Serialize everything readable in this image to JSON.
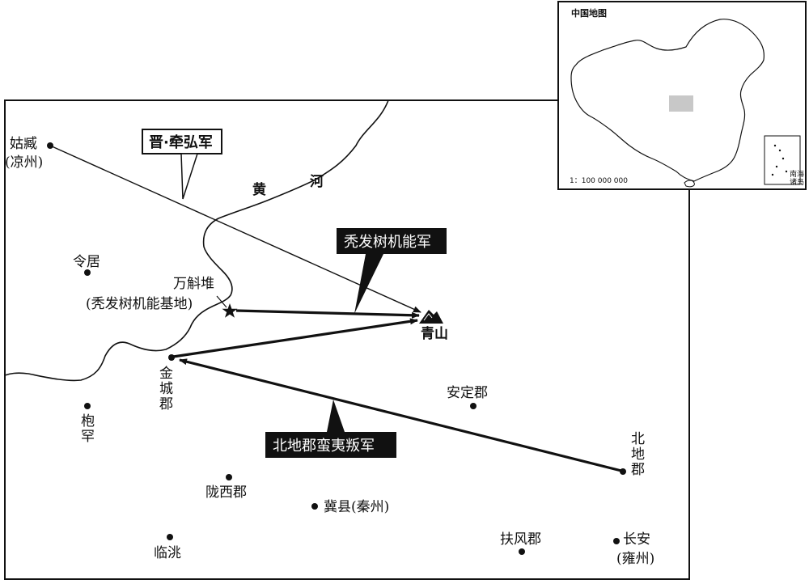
{
  "inset": {
    "title": "中国地图",
    "scale": "1：100 000 000",
    "scs_label_1": "南海",
    "scs_label_2": "诸岛"
  },
  "river": {
    "char1": "黄",
    "char2": "河"
  },
  "places": {
    "guzang": "姑臧",
    "guzang_sub": "(凉州)",
    "lingju": "令居",
    "wanhudui": "万斛堆",
    "wanhudui_sub": "(秃发树机能基地)",
    "qingshan": "青山",
    "jincheng_1": "金",
    "jincheng_2": "城",
    "jincheng_3": "郡",
    "baohan_1": "枹",
    "baohan_2": "罕",
    "anding": "安定郡",
    "beidi_1": "北",
    "beidi_2": "地",
    "beidi_3": "郡",
    "longxi": "陇西郡",
    "jixian": "冀县(秦州)",
    "lintao": "临洮",
    "fufeng": "扶风郡",
    "changan": "长安",
    "changan_sub": "(雍州)"
  },
  "armies": {
    "jin": "晋·牵弘军",
    "tufa": "秃发树机能军",
    "beidi_rebels": "北地郡蛮夷叛军"
  },
  "colors": {
    "ink": "#111111",
    "inset_highlight": "#c8c8c8"
  }
}
